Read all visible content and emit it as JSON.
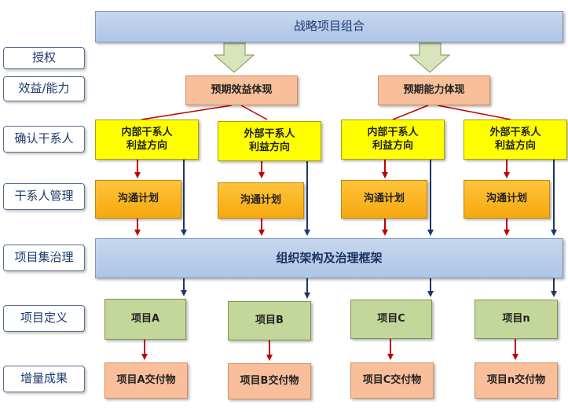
{
  "title": "战略项目组合",
  "governance_label": "组织架构及治理框架",
  "side_labels": [
    "授权",
    "效益/能力",
    "确认干系人",
    "干系人管理",
    "项目集治理",
    "项目定义",
    "增量成果"
  ],
  "expectations": [
    "预期效益体现",
    "预期能力体现"
  ],
  "stakeholders": [
    "内部干系人\n利益方向",
    "外部干系人\n利益方向",
    "内部干系人\n利益方向",
    "外部干系人\n利益方向"
  ],
  "plans": [
    "沟通计划",
    "沟通计划",
    "沟通计划",
    "沟通计划"
  ],
  "projects": [
    "项目A",
    "项目B",
    "项目C",
    "项目n"
  ],
  "deliverables": [
    "项目A交付物",
    "项目B交付物",
    "项目C交付物",
    "项目n交付物"
  ],
  "colors": {
    "bar": "#b8cce4",
    "side_border": "#5a6f8c",
    "expectation": "#f8bf9a",
    "stakeholder": "#ffff00",
    "plan": "#f9b62a",
    "project": "#c4d79b",
    "deliverable": "#f8bf9a",
    "red_arrow": "#c00000",
    "navy_arrow": "#1f3864",
    "big_arrow": "#d7e4bc"
  }
}
